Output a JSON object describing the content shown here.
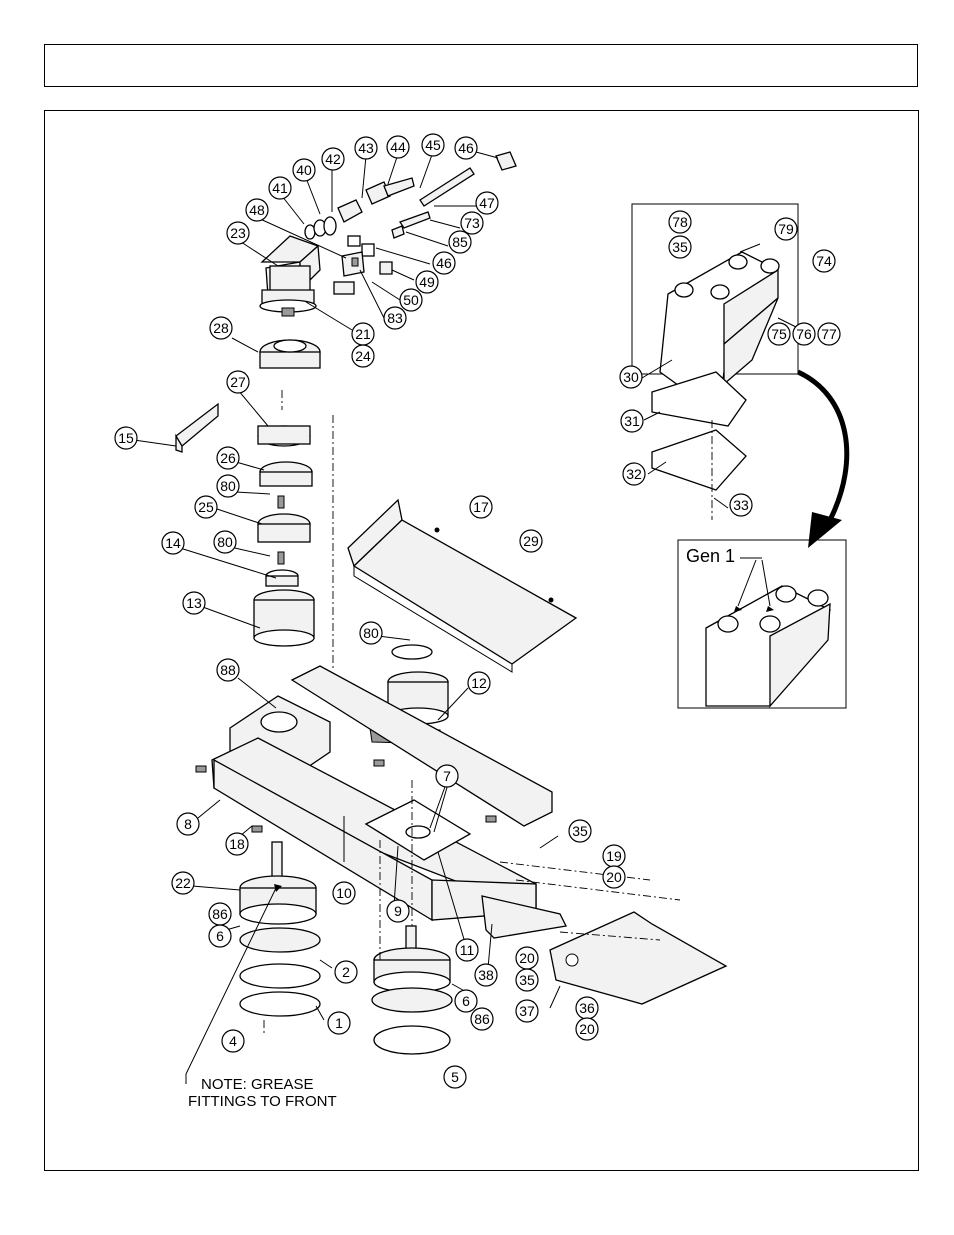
{
  "header": {
    "title": ""
  },
  "callouts": [
    {
      "id": "c46a",
      "label": "46"
    },
    {
      "id": "c45",
      "label": "45"
    },
    {
      "id": "c44",
      "label": "44"
    },
    {
      "id": "c43",
      "label": "43"
    },
    {
      "id": "c42",
      "label": "42"
    },
    {
      "id": "c40",
      "label": "40"
    },
    {
      "id": "c41",
      "label": "41"
    },
    {
      "id": "c48",
      "label": "48"
    },
    {
      "id": "c23",
      "label": "23"
    },
    {
      "id": "c47",
      "label": "47"
    },
    {
      "id": "c73",
      "label": "73"
    },
    {
      "id": "c85",
      "label": "85"
    },
    {
      "id": "c46b",
      "label": "46"
    },
    {
      "id": "c49",
      "label": "49"
    },
    {
      "id": "c50",
      "label": "50"
    },
    {
      "id": "c83",
      "label": "83"
    },
    {
      "id": "c21",
      "label": "21"
    },
    {
      "id": "c24",
      "label": "24"
    },
    {
      "id": "c28",
      "label": "28"
    },
    {
      "id": "c27",
      "label": "27"
    },
    {
      "id": "c15",
      "label": "15"
    },
    {
      "id": "c26",
      "label": "26"
    },
    {
      "id": "c80a",
      "label": "80"
    },
    {
      "id": "c25",
      "label": "25"
    },
    {
      "id": "c14",
      "label": "14"
    },
    {
      "id": "c80b",
      "label": "80"
    },
    {
      "id": "c13",
      "label": "13"
    },
    {
      "id": "c17",
      "label": "17"
    },
    {
      "id": "c29",
      "label": "29"
    },
    {
      "id": "c80c",
      "label": "80"
    },
    {
      "id": "c12",
      "label": "12"
    },
    {
      "id": "c88",
      "label": "88"
    },
    {
      "id": "c7",
      "label": "7"
    },
    {
      "id": "c8",
      "label": "8"
    },
    {
      "id": "c18",
      "label": "18"
    },
    {
      "id": "c35a",
      "label": "35"
    },
    {
      "id": "c19",
      "label": "19"
    },
    {
      "id": "c20a",
      "label": "20"
    },
    {
      "id": "c22",
      "label": "22"
    },
    {
      "id": "c10",
      "label": "10"
    },
    {
      "id": "c9",
      "label": "9"
    },
    {
      "id": "c86a",
      "label": "86"
    },
    {
      "id": "c6a",
      "label": "6"
    },
    {
      "id": "c11",
      "label": "11"
    },
    {
      "id": "c2",
      "label": "2"
    },
    {
      "id": "c38",
      "label": "38"
    },
    {
      "id": "c20b",
      "label": "20"
    },
    {
      "id": "c35b",
      "label": "35"
    },
    {
      "id": "c6b",
      "label": "6"
    },
    {
      "id": "c86b",
      "label": "86"
    },
    {
      "id": "c37",
      "label": "37"
    },
    {
      "id": "c36",
      "label": "36"
    },
    {
      "id": "c20c",
      "label": "20"
    },
    {
      "id": "c1",
      "label": "1"
    },
    {
      "id": "c4",
      "label": "4"
    },
    {
      "id": "c5",
      "label": "5"
    },
    {
      "id": "c78",
      "label": "78"
    },
    {
      "id": "c35c",
      "label": "35"
    },
    {
      "id": "c79",
      "label": "79"
    },
    {
      "id": "c74",
      "label": "74"
    },
    {
      "id": "c75",
      "label": "75"
    },
    {
      "id": "c76",
      "label": "76"
    },
    {
      "id": "c77",
      "label": "77"
    },
    {
      "id": "c30",
      "label": "30"
    },
    {
      "id": "c31",
      "label": "31"
    },
    {
      "id": "c32",
      "label": "32"
    },
    {
      "id": "c33",
      "label": "33"
    }
  ],
  "inset": {
    "label": "Gen 1"
  },
  "note": {
    "line1": "NOTE: GREASE",
    "line2": "FITTINGS TO FRONT"
  }
}
